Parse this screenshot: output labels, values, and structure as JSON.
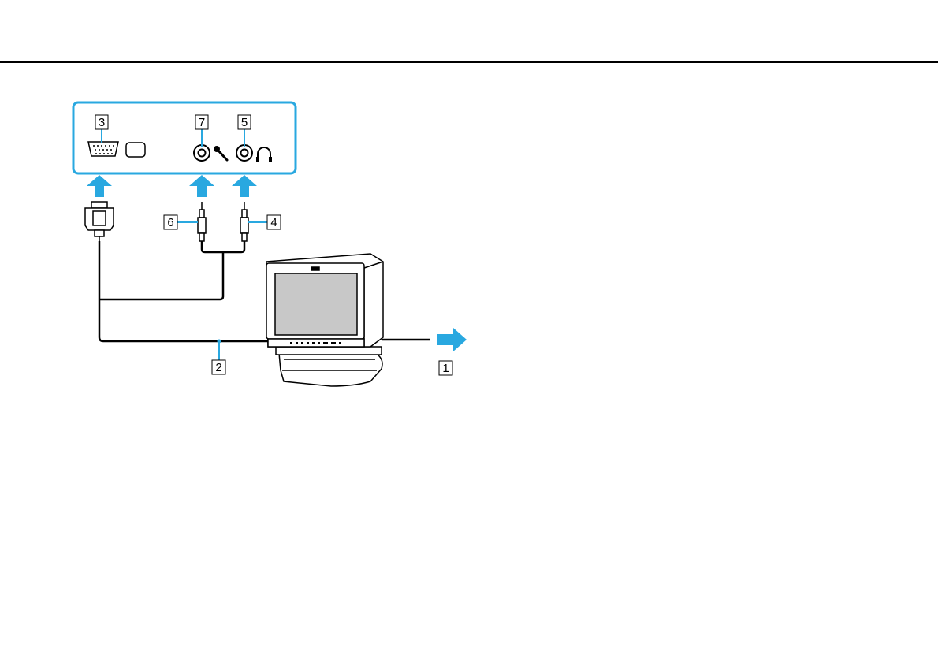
{
  "diagram": {
    "callouts": [
      {
        "id": "1",
        "label": "1"
      },
      {
        "id": "2",
        "label": "2"
      },
      {
        "id": "3",
        "label": "3"
      },
      {
        "id": "4",
        "label": "4"
      },
      {
        "id": "5",
        "label": "5"
      },
      {
        "id": "6",
        "label": "6"
      },
      {
        "id": "7",
        "label": "7"
      }
    ],
    "colors": {
      "accent": "#29a8e0",
      "line": "#000000",
      "screen": "#c8c8c8",
      "panel_border": "#29a8e0"
    },
    "icons": [
      "vga-port-icon",
      "monitor-symbol-icon",
      "microphone-jack-icon",
      "microphone-icon",
      "headphone-jack-icon",
      "headphones-icon",
      "vga-plug-icon",
      "audio-plug-icon",
      "crt-monitor-icon",
      "arrow-up-icon",
      "arrow-right-icon"
    ]
  }
}
